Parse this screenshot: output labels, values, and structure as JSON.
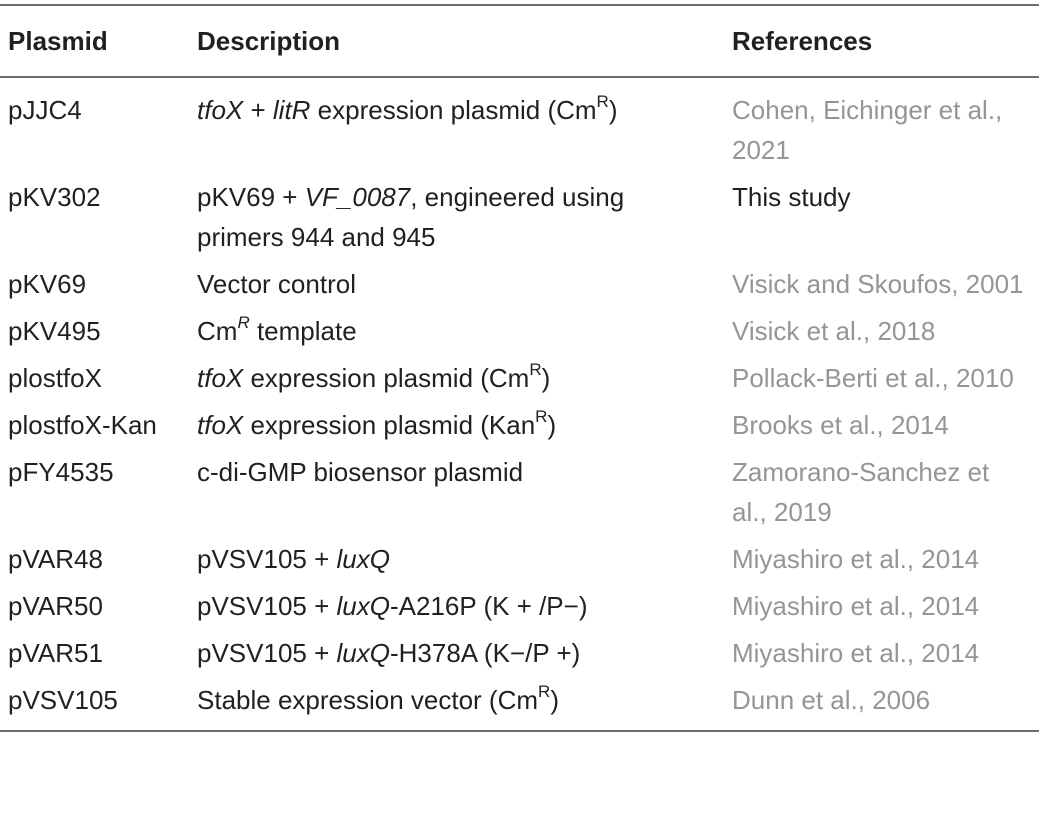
{
  "headers": {
    "plasmid": "Plasmid",
    "description": "Description",
    "references": "References"
  },
  "rows": [
    {
      "plasmid": "pJJC4",
      "desc": [
        {
          "t": "tfoX",
          "s": "i"
        },
        {
          "t": " + "
        },
        {
          "t": "litR",
          "s": "i"
        },
        {
          "t": " expression plasmid (Cm"
        },
        {
          "t": "R",
          "s": "sup"
        },
        {
          "t": ")"
        }
      ],
      "ref": "Cohen, Eichinger et al., 2021",
      "ref_link": true
    },
    {
      "plasmid": "pKV302",
      "desc": [
        {
          "t": "pKV69 + "
        },
        {
          "t": "VF_0087",
          "s": "i"
        },
        {
          "t": ", engineered using primers 944 and 945"
        }
      ],
      "ref": "This study",
      "ref_link": false
    },
    {
      "plasmid": "pKV69",
      "desc": [
        {
          "t": "Vector control"
        }
      ],
      "ref": "Visick and Skoufos, 2001",
      "ref_link": true
    },
    {
      "plasmid": "pKV495",
      "desc": [
        {
          "t": "Cm"
        },
        {
          "t": "R",
          "s": "isup"
        },
        {
          "t": " template"
        }
      ],
      "ref": "Visick et al., 2018",
      "ref_link": true
    },
    {
      "plasmid": "plostfoX",
      "desc": [
        {
          "t": "tfoX",
          "s": "i"
        },
        {
          "t": " expression plasmid (Cm"
        },
        {
          "t": "R",
          "s": "sup"
        },
        {
          "t": ")"
        }
      ],
      "ref": "Pollack-Berti et al., 2010",
      "ref_link": true
    },
    {
      "plasmid": "plostfoX-Kan",
      "desc": [
        {
          "t": "tfoX",
          "s": "i"
        },
        {
          "t": " expression plasmid (Kan"
        },
        {
          "t": "R",
          "s": "sup"
        },
        {
          "t": ")"
        }
      ],
      "ref": "Brooks et al., 2014",
      "ref_link": true
    },
    {
      "plasmid": "pFY4535",
      "desc": [
        {
          "t": "c-di-GMP biosensor plasmid"
        }
      ],
      "ref": "Zamorano-Sanchez et al., 2019",
      "ref_link": true
    },
    {
      "plasmid": "pVAR48",
      "desc": [
        {
          "t": "pVSV105 + "
        },
        {
          "t": "luxQ",
          "s": "i"
        }
      ],
      "ref": "Miyashiro et al., 2014",
      "ref_link": true
    },
    {
      "plasmid": "pVAR50",
      "desc": [
        {
          "t": "pVSV105 + "
        },
        {
          "t": "luxQ",
          "s": "i"
        },
        {
          "t": "-A216P (K + /P−)"
        }
      ],
      "ref": "Miyashiro et al., 2014",
      "ref_link": true
    },
    {
      "plasmid": "pVAR51",
      "desc": [
        {
          "t": "pVSV105 + "
        },
        {
          "t": "luxQ",
          "s": "i"
        },
        {
          "t": "-H378A (K−/P +)"
        }
      ],
      "ref": "Miyashiro et al., 2014",
      "ref_link": true
    },
    {
      "plasmid": "pVSV105",
      "desc": [
        {
          "t": "Stable expression vector (Cm"
        },
        {
          "t": "R",
          "s": "sup"
        },
        {
          "t": ")"
        }
      ],
      "ref": "Dunn et al., 2006",
      "ref_link": true
    }
  ]
}
